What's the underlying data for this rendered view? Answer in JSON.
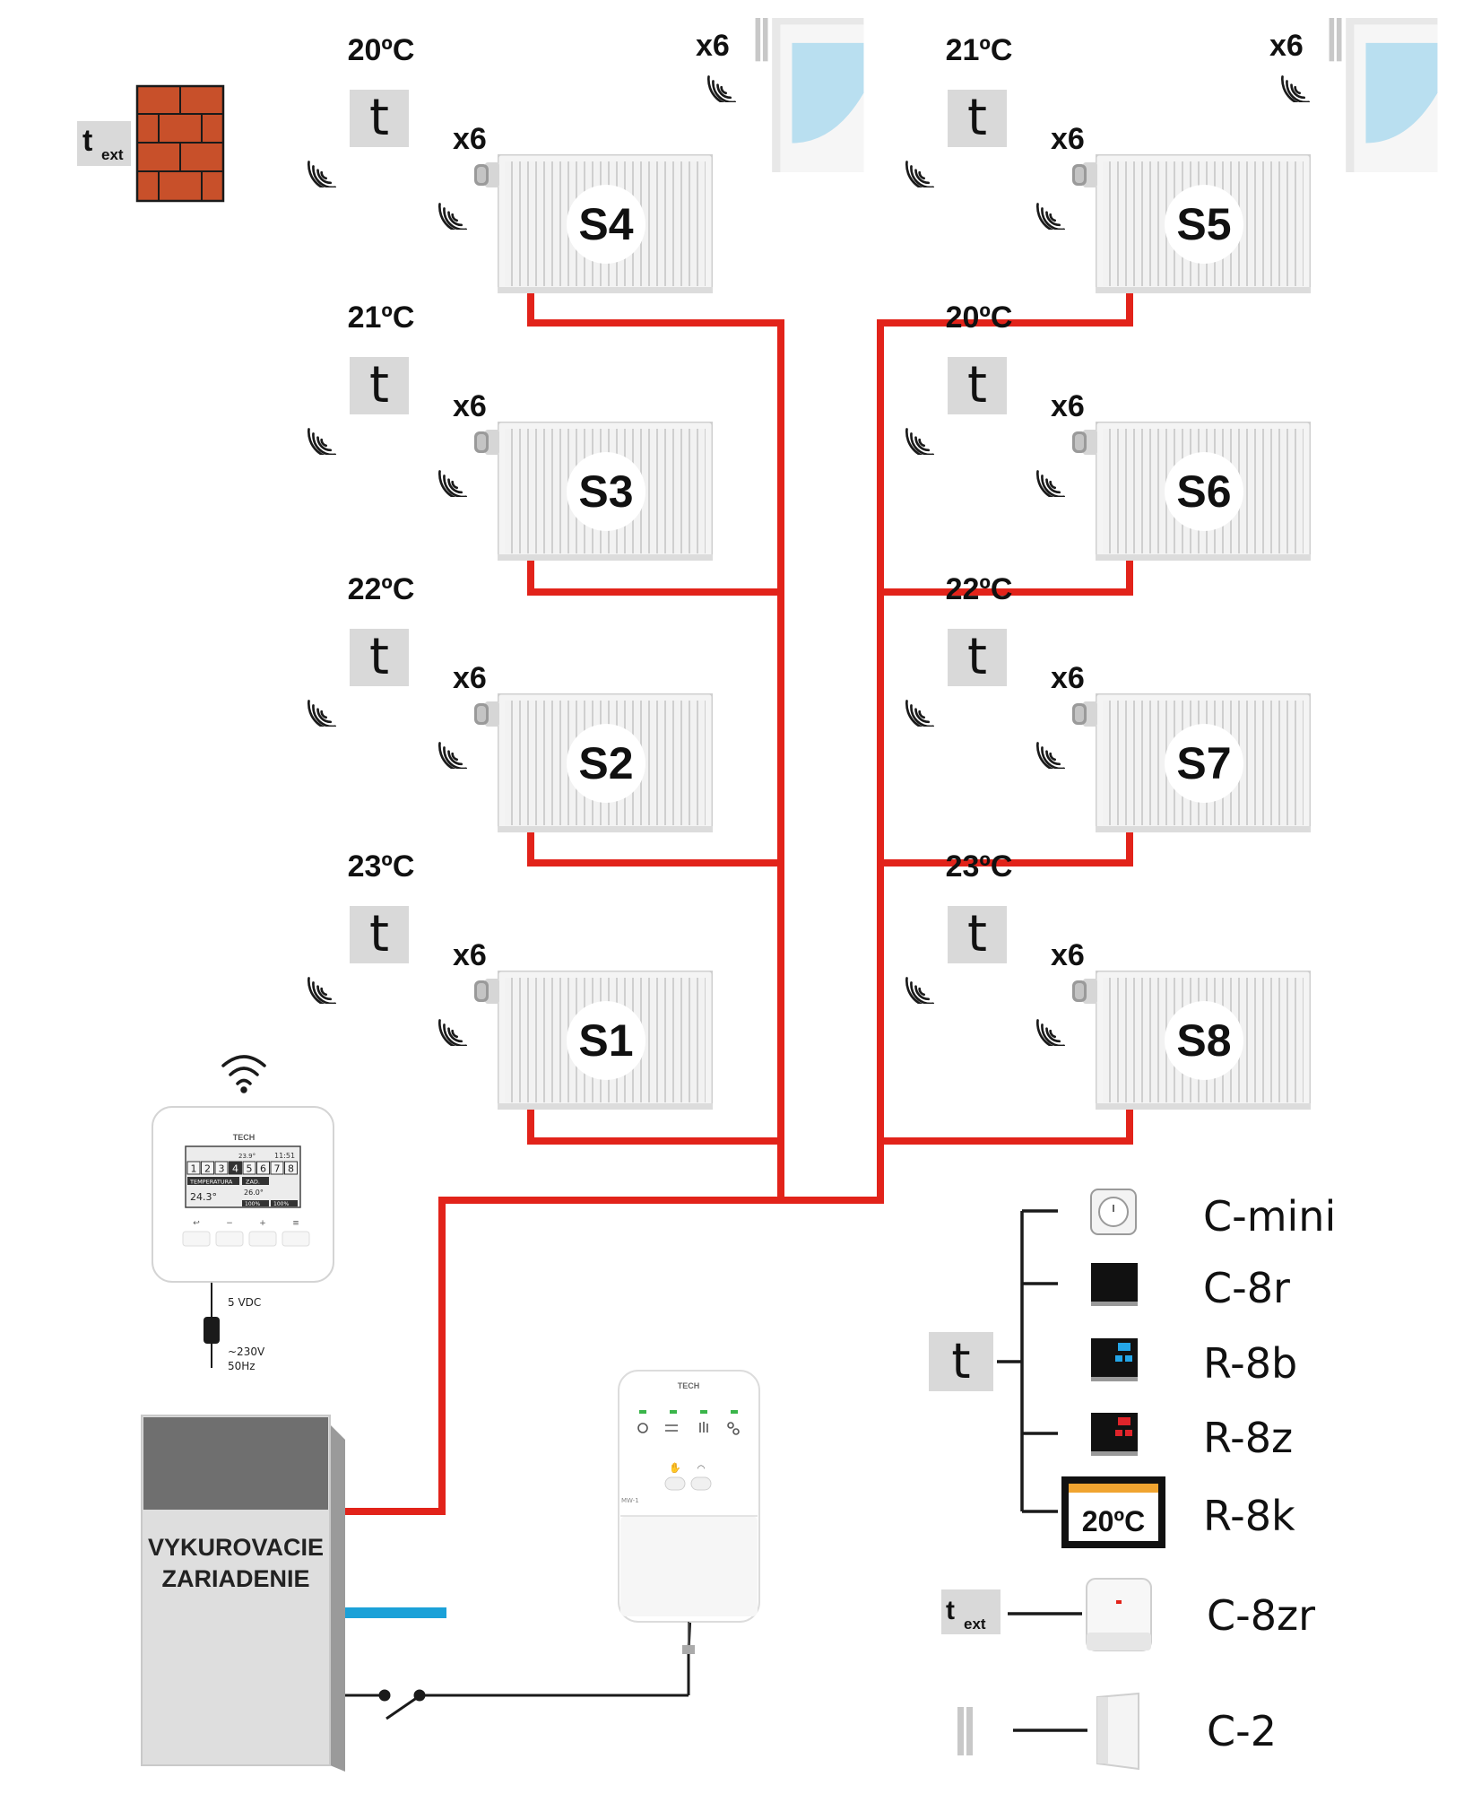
{
  "colors": {
    "pipe_red": "#e2231a",
    "pipe_blue": "#1ba1d8",
    "brick": "#c8502a",
    "sensor_bg": "#d9d9d9",
    "window_glass": "#b9dff0",
    "boiler_top": "#6f6f6f",
    "boiler_body": "#dedede"
  },
  "external_sensor": {
    "letter": "t",
    "subscript": "ext"
  },
  "zones": [
    {
      "id": "S1",
      "temperature": "23ºC",
      "sensor_letter": "t",
      "head_count": "x6"
    },
    {
      "id": "S2",
      "temperature": "22ºC",
      "sensor_letter": "t",
      "head_count": "x6"
    },
    {
      "id": "S3",
      "temperature": "21ºC",
      "sensor_letter": "t",
      "head_count": "x6"
    },
    {
      "id": "S4",
      "temperature": "20ºC",
      "sensor_letter": "t",
      "head_count": "x6",
      "window_count": "x6"
    },
    {
      "id": "S5",
      "temperature": "21ºC",
      "sensor_letter": "t",
      "head_count": "x6",
      "window_count": "x6"
    },
    {
      "id": "S6",
      "temperature": "20ºC",
      "sensor_letter": "t",
      "head_count": "x6"
    },
    {
      "id": "S7",
      "temperature": "22ºC",
      "sensor_letter": "t",
      "head_count": "x6"
    },
    {
      "id": "S8",
      "temperature": "23ºC",
      "sensor_letter": "t",
      "head_count": "x6"
    }
  ],
  "controller": {
    "brand": "TECH",
    "time": "11:51",
    "temp_small": "23.9°",
    "zone_numbers": [
      "1",
      "2",
      "3",
      "4",
      "5",
      "6",
      "7",
      "8"
    ],
    "temperatura_label": "TEMPERATURA",
    "zad_label": "ZAD.",
    "current_temp": "24.3°",
    "set_temp": "26.0°",
    "level_left": "100%",
    "level_right": "100%",
    "power_supply": "5 VDC",
    "mains_voltage": "~230V",
    "mains_freq": "50Hz",
    "button_symbols": [
      "↩",
      "−",
      "+",
      "≡"
    ]
  },
  "boiler": {
    "line1": "VYKUROVACIE",
    "line2": "ZARIADENIE"
  },
  "relay_module": {
    "brand": "TECH",
    "model": "MW-1"
  },
  "legend": {
    "sensor_letter": "t",
    "items": [
      {
        "name": "C-mini",
        "icon": "round-sensor-icon"
      },
      {
        "name": "C-8r",
        "icon": "black-square-sensor-icon"
      },
      {
        "name": "R-8b",
        "icon": "blue-display-regulator-icon"
      },
      {
        "name": "R-8z",
        "icon": "red-display-regulator-icon"
      },
      {
        "name": "R-8k",
        "icon": "lcd-regulator-icon",
        "display_value": "20ºC"
      }
    ],
    "ext_sensor": {
      "letter": "t",
      "subscript": "ext",
      "name": "C-8zr"
    },
    "window_sensor": {
      "name": "C-2"
    }
  }
}
